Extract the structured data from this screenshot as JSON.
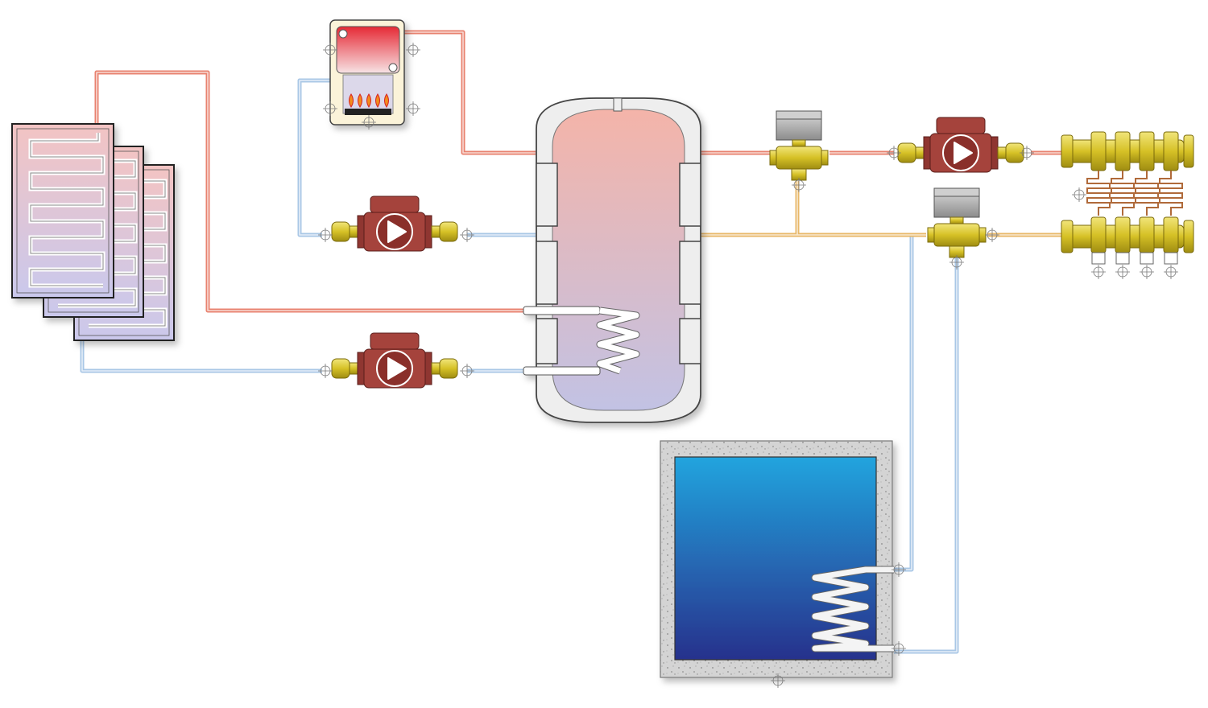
{
  "diagram": {
    "components": [
      {
        "id": "solar-collectors",
        "icon": "solar-collector-icon",
        "count": 3
      },
      {
        "id": "boiler",
        "icon": "gas-boiler-icon",
        "burner_flames": 5
      },
      {
        "id": "buffer-tank",
        "icon": "buffer-tank-icon"
      },
      {
        "id": "boiler-pump",
        "icon": "circulation-pump-icon"
      },
      {
        "id": "solar-pump",
        "icon": "circulation-pump-icon"
      },
      {
        "id": "heating-pump",
        "icon": "circulation-pump-icon"
      },
      {
        "id": "mixing-valve-1",
        "icon": "motorized-valve-icon"
      },
      {
        "id": "mixing-valve-2",
        "icon": "motorized-valve-icon"
      },
      {
        "id": "manifold",
        "icon": "manifold-icon",
        "circuits": 4
      },
      {
        "id": "pool",
        "icon": "swimming-pool-icon"
      }
    ],
    "colors": {
      "hot_pipe": "#e8826f",
      "cold_pipe": "#a9c7e6",
      "mixed_pipe": "#e8b86a",
      "brass": "#d8c22a",
      "pump_body": "#a5433c",
      "tank_hot": "#f3b7ad",
      "tank_cold": "#c3c1e3",
      "pool_top": "#22a3dd",
      "pool_bottom": "#27308a",
      "concrete": "#d2d2d2"
    }
  }
}
